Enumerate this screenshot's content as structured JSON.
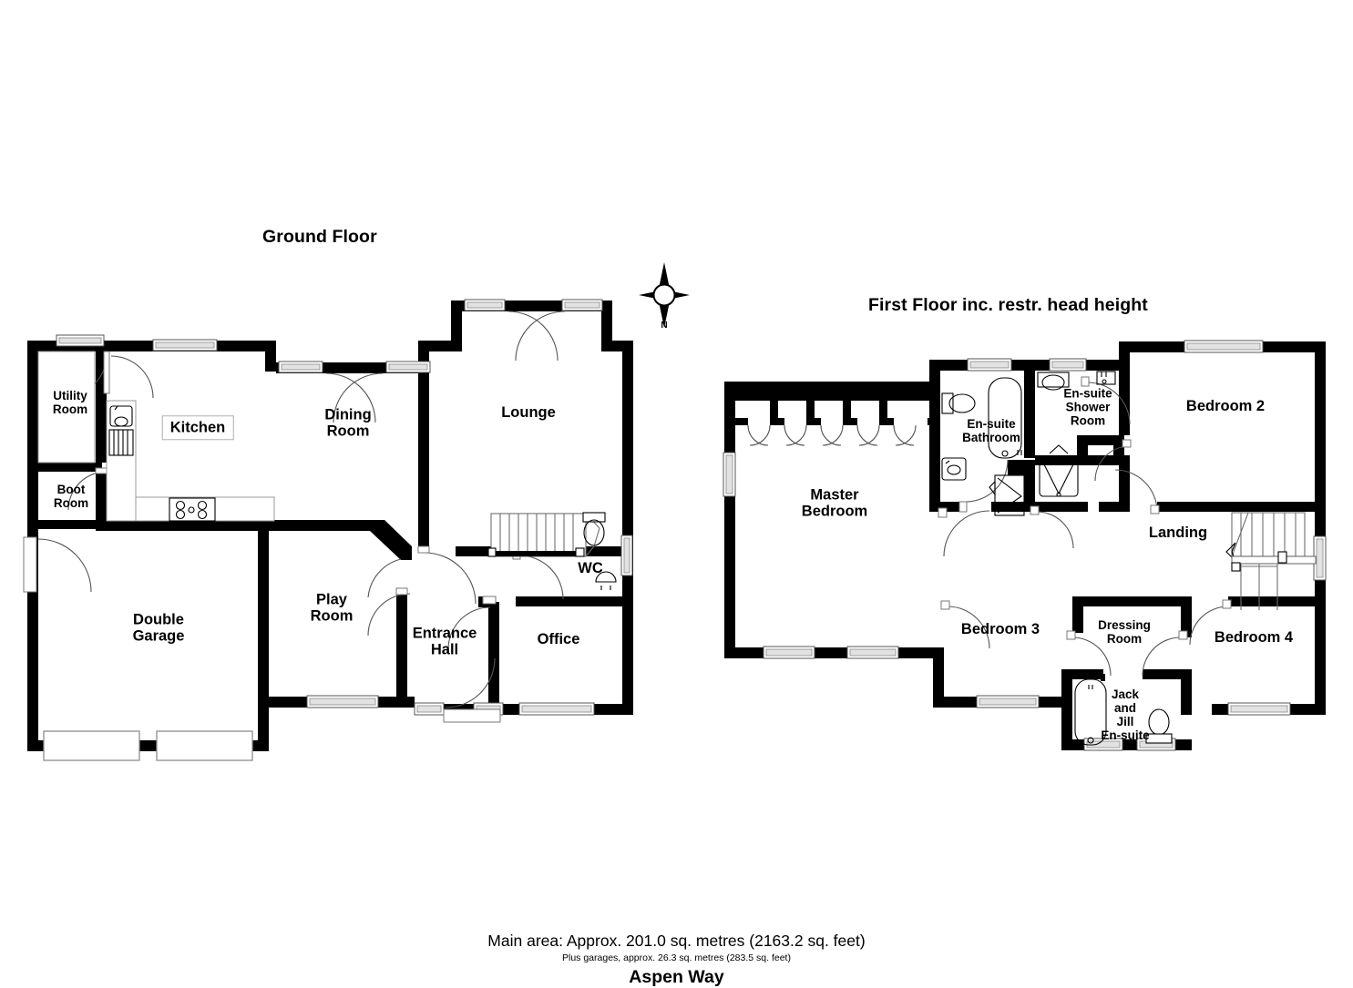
{
  "document": {
    "type": "floor-plan",
    "address": "Aspen Way"
  },
  "floors": [
    {
      "id": "ground",
      "title": "Ground Floor",
      "rooms": [
        {
          "name": "Utility Room",
          "label": "Utility\nRoom"
        },
        {
          "name": "Kitchen",
          "label": "Kitchen"
        },
        {
          "name": "Boot Room",
          "label": "Boot\nRoom"
        },
        {
          "name": "Dining Room",
          "label": "Dining\nRoom"
        },
        {
          "name": "Lounge",
          "label": "Lounge"
        },
        {
          "name": "Double Garage",
          "label": "Double\nGarage"
        },
        {
          "name": "Play Room",
          "label": "Play\nRoom"
        },
        {
          "name": "Entrance Hall",
          "label": "Entrance\nHall"
        },
        {
          "name": "WC",
          "label": "WC"
        },
        {
          "name": "Office",
          "label": "Office"
        }
      ]
    },
    {
      "id": "first",
      "title": "First Floor inc. restr. head height",
      "rooms": [
        {
          "name": "Master Bedroom",
          "label": "Master\nBedroom"
        },
        {
          "name": "En-suite Bathroom",
          "label": "En-suite\nBathroom"
        },
        {
          "name": "En-suite Shower Room",
          "label": "En-suite\nShower\nRoom"
        },
        {
          "name": "Bedroom 2",
          "label": "Bedroom 2"
        },
        {
          "name": "Landing",
          "label": "Landing"
        },
        {
          "name": "Bedroom 3",
          "label": "Bedroom 3"
        },
        {
          "name": "Dressing Room",
          "label": "Dressing\nRoom"
        },
        {
          "name": "Bedroom 4",
          "label": "Bedroom 4"
        },
        {
          "name": "Jack and Jill En-suite",
          "label": "Jack\nand\nJill\nEn-suite"
        }
      ]
    }
  ],
  "compass": {
    "north_label": "N"
  },
  "footer": {
    "main_area": "Main area: Approx. 201.0 sq. metres (2163.2 sq. feet)",
    "garages": "Plus garages, approx. 26.3 sq. metres (283.5 sq. feet)",
    "address": "Aspen Way"
  },
  "colors": {
    "wall": "#000000",
    "background": "#ffffff",
    "fixture_stroke": "#000000",
    "door_swing": "#555555",
    "window_fill": "#e2e2e2"
  }
}
